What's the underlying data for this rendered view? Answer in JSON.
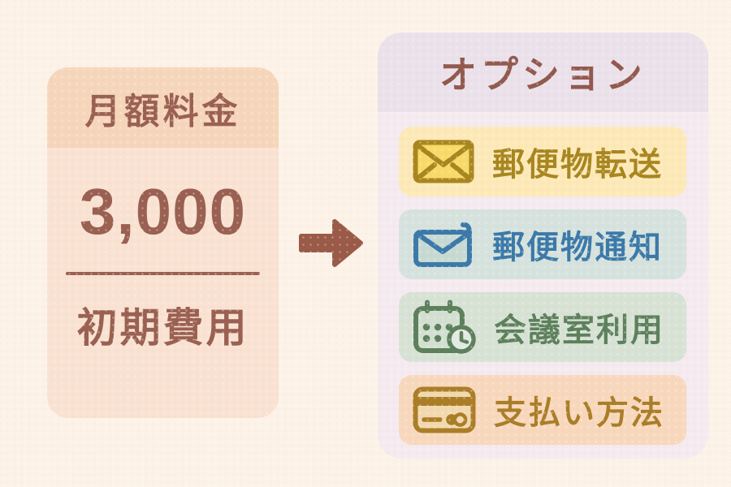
{
  "canvas": {
    "background": "#fcf2e7"
  },
  "price_card": {
    "header_label": "月額料金",
    "amount": "3,000",
    "footer_label": "初期費用",
    "colors": {
      "header_bg": "#f6d6bb",
      "body_bg": "#f9e2d2",
      "text": "#9a6052",
      "divider": "#9a6052"
    }
  },
  "arrow": {
    "direction": "right",
    "color": "#9a5a48"
  },
  "options_panel": {
    "title": "オプション",
    "colors": {
      "title_bg": "#ebe1ea",
      "body_bg": "#f4eaef",
      "title_text": "#92594e"
    },
    "items": [
      {
        "label": "郵便物転送",
        "icon": "closed-envelope-icon",
        "bg": "#fde9b8",
        "color": "#a8861f",
        "icon_fill": "#f7da69"
      },
      {
        "label": "郵便物通知",
        "icon": "envelope-notification-icon",
        "bg": "#d6e2dd",
        "color": "#3b79a9",
        "icon_fill": "#c7d9d3"
      },
      {
        "label": "会議室利用",
        "icon": "calendar-clock-icon",
        "bg": "#d7e2d5",
        "color": "#5d805c",
        "icon_fill": "#d3e0d1",
        "icon_fill2": "#e2eae4"
      },
      {
        "label": "支払い方法",
        "icon": "credit-card-icon",
        "bg": "#f8d8bd",
        "color": "#aa7e27",
        "icon_fill": "#f3d9af"
      }
    ]
  }
}
